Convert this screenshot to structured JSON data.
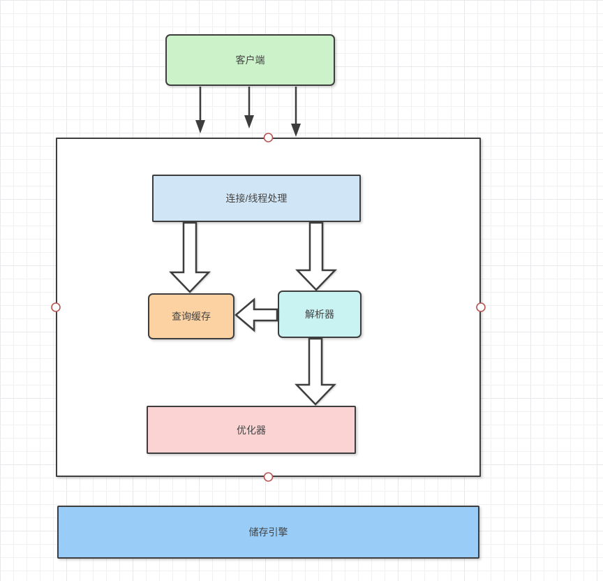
{
  "diagram": {
    "stroke_color": "#3d3d3d",
    "handle_color": "#b85450",
    "text_color": "#444444",
    "nodes": {
      "client": {
        "label": "客户端",
        "fill": "#ccf2c9"
      },
      "container": {
        "label": "",
        "fill": "#ffffff"
      },
      "connection_thread": {
        "label": "连接/线程处理",
        "fill": "#d0e6f7"
      },
      "query_cache": {
        "label": "查询缓存",
        "fill": "#fcd2a3"
      },
      "parser": {
        "label": "解析器",
        "fill": "#c9f2f2"
      },
      "optimizer": {
        "label": "优化器",
        "fill": "#fcd3d3"
      },
      "storage_engine": {
        "label": "储存引擎",
        "fill": "#99ccf7"
      }
    },
    "edges": {
      "client_to_container_1": "arrow",
      "client_to_container_2": "arrow",
      "client_to_container_3": "arrow",
      "connection_to_query_cache": "block-arrow",
      "connection_to_parser": "block-arrow",
      "parser_to_query_cache": "block-arrow",
      "parser_to_optimizer": "block-arrow"
    }
  }
}
